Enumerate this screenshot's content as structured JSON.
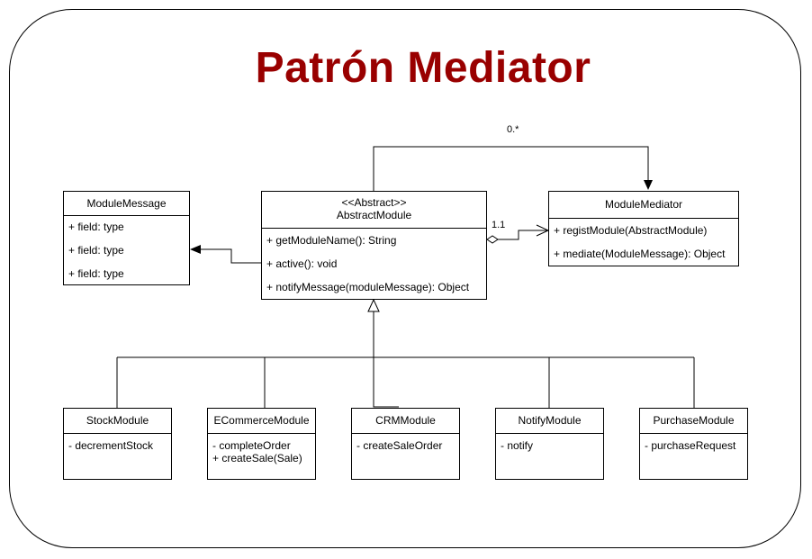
{
  "title": "Patrón Mediator",
  "multiplicity_top": "0.*",
  "multiplicity_assoc": "1.1",
  "classes": {
    "module_message": {
      "name": "ModuleMessage",
      "attributes": [
        "+ field: type",
        "+ field: type",
        "+ field: type"
      ]
    },
    "abstract_module": {
      "stereotype": "<<Abstract>>",
      "name": "AbstractModule",
      "methods": [
        "+ getModuleName(): String",
        "+ active(): void",
        "+ notifyMessage(moduleMessage): Object"
      ]
    },
    "module_mediator": {
      "name": "ModuleMediator",
      "methods": [
        "+ registModule(AbstractModule)",
        "+ mediate(ModuleMessage): Object"
      ]
    },
    "stock_module": {
      "name": "StockModule",
      "members": [
        "- decrementStock"
      ]
    },
    "ecommerce_module": {
      "name": "ECommerceModule",
      "members": [
        "- completeOrder",
        "+ createSale(Sale)"
      ]
    },
    "crm_module": {
      "name": "CRMModule",
      "members": [
        "- createSaleOrder"
      ]
    },
    "notify_module": {
      "name": "NotifyModule",
      "members": [
        "- notify"
      ]
    },
    "purchase_module": {
      "name": "PurchaseModule",
      "members": [
        "- purchaseRequest"
      ]
    }
  }
}
